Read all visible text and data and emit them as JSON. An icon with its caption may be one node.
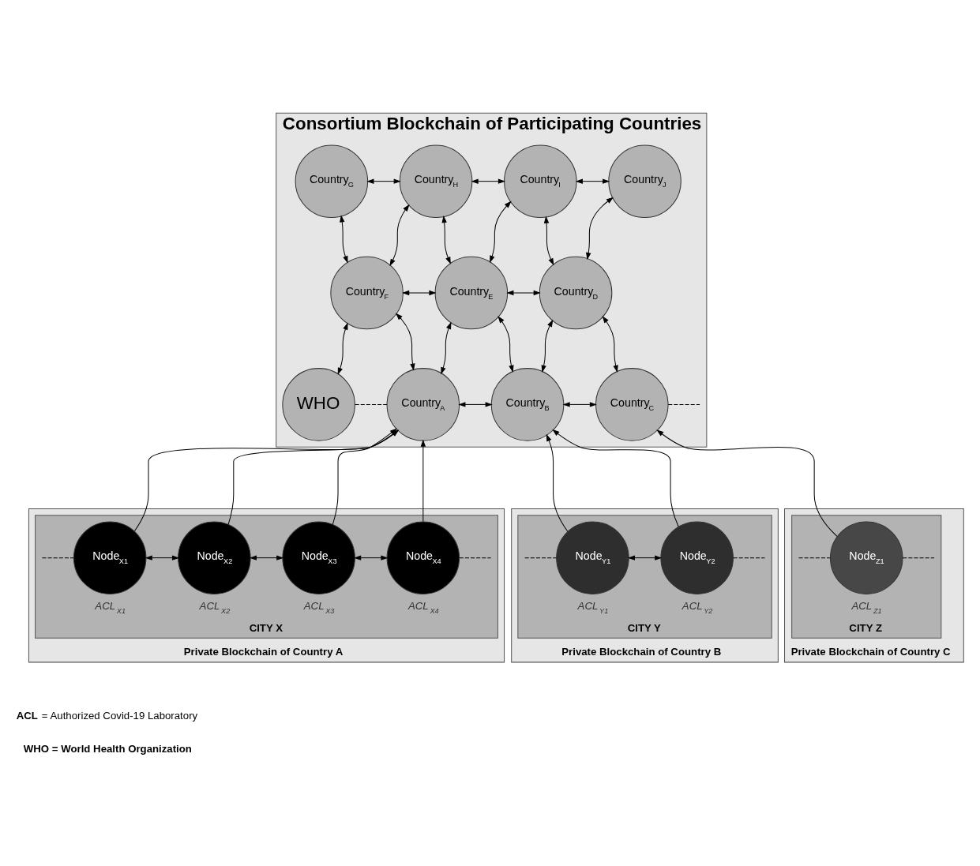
{
  "diagram": {
    "nodes": [
      {
        "text": [
          "Consortium Blockchain of Participating Countries"
        ]
      },
      {
        "text": [
          "Country$_{G}$"
        ],
        "in": 0
      },
      {
        "text": [
          "Country$_{H}$"
        ],
        "in": 0
      },
      {
        "text": [
          "Country$_{I}$"
        ],
        "in": 0
      },
      {
        "text": [
          "Country$_{J}$"
        ],
        "in": 0
      },
      {
        "text": [
          "Country$_{F}$"
        ],
        "in": 0
      },
      {
        "text": [
          "Country$_{E}$"
        ],
        "in": 0
      },
      {
        "text": [
          "Country$_{D}$"
        ],
        "in": 0
      },
      {
        "text": [
          "WHO"
        ],
        "in": 0
      },
      {
        "text": [
          "Country$_{A}$"
        ],
        "in": 0
      },
      {
        "text": [
          "Country$_{B}$"
        ],
        "in": 0
      },
      {
        "text": [
          "Country$_{C}$"
        ],
        "in": 0
      },
      {
        "text": [
          "Private Blockchain of Country A"
        ]
      },
      {
        "text": [
          "CITY X"
        ],
        "in": 12
      },
      {
        "text": [
          "Node$_{X1}$"
        ],
        "in": 13,
        "beside": [
          "ACL$_{X1}$"
        ]
      },
      {
        "text": [
          "Node$_{X2}$"
        ],
        "in": 13,
        "beside": [
          "ACL$_{X2}$"
        ]
      },
      {
        "text": [
          "Node$_{X3}$"
        ],
        "in": 13,
        "beside": [
          "ACL$_{X3}$"
        ]
      },
      {
        "text": [
          "Node$_{X4}$"
        ],
        "in": 13,
        "beside": [
          "ACL$_{X4}$"
        ]
      },
      {
        "text": [
          "Private Blockchain of Country B"
        ]
      },
      {
        "text": [
          "CITY Y"
        ],
        "in": 18
      },
      {
        "text": [
          "Node$_{Y1}$"
        ],
        "in": 19,
        "beside": [
          "ACL$_{Y1}$"
        ]
      },
      {
        "text": [
          "Node$_{Y2}$"
        ],
        "in": 19,
        "beside": [
          "ACL$_{Y2}$"
        ]
      },
      {
        "text": [
          "Private Blockchain of Country C"
        ]
      },
      {
        "text": [
          "CITY Z"
        ],
        "in": 22
      },
      {
        "text": [
          "Node$_{Z1}$"
        ],
        "in": 23,
        "beside": [
          "ACL$_{Z1}$"
        ]
      }
    ],
    "edges": [
      {
        "from": 1,
        "to": 2,
        "arrow": "both"
      },
      {
        "from": 2,
        "to": 3,
        "arrow": "both"
      },
      {
        "from": 3,
        "to": 4,
        "arrow": "both"
      },
      {
        "from": 5,
        "to": 1,
        "arrow": "both"
      },
      {
        "from": 5,
        "to": 2,
        "arrow": "both"
      },
      {
        "from": 6,
        "to": 2,
        "arrow": "both"
      },
      {
        "from": 6,
        "to": 3,
        "arrow": "both"
      },
      {
        "from": 7,
        "to": 3,
        "arrow": "both"
      },
      {
        "from": 7,
        "to": 4,
        "arrow": "both"
      },
      {
        "from": 5,
        "to": 6,
        "arrow": "both"
      },
      {
        "from": 6,
        "to": 7,
        "arrow": "both"
      },
      {
        "from": 8,
        "to": 5,
        "arrow": "both"
      },
      {
        "from": 9,
        "to": 5,
        "arrow": "both"
      },
      {
        "from": 9,
        "to": 6,
        "arrow": "both"
      },
      {
        "from": 10,
        "to": 6,
        "arrow": "both"
      },
      {
        "from": 10,
        "to": 7,
        "arrow": "both"
      },
      {
        "from": 11,
        "to": 7,
        "arrow": "both"
      },
      {
        "from": 8,
        "to": 9,
        "arrow": "none",
        "style": "dashed"
      },
      {
        "from": 9,
        "to": 10,
        "arrow": "both"
      },
      {
        "from": 10,
        "to": 11,
        "arrow": "both"
      },
      {
        "from": 11,
        "to": null,
        "arrow": "none",
        "style": "dashed"
      },
      {
        "from": 14,
        "to": 9,
        "arrow": "to"
      },
      {
        "from": 15,
        "to": 9,
        "arrow": "to"
      },
      {
        "from": 16,
        "to": 9,
        "arrow": "to"
      },
      {
        "from": 17,
        "to": 9,
        "arrow": "to"
      },
      {
        "from": 20,
        "to": 10,
        "arrow": "to"
      },
      {
        "from": 21,
        "to": 10,
        "arrow": "to"
      },
      {
        "from": 24,
        "to": 11,
        "arrow": "to"
      },
      {
        "from": 14,
        "to": 15,
        "arrow": "both"
      },
      {
        "from": 15,
        "to": 16,
        "arrow": "both"
      },
      {
        "from": 16,
        "to": 17,
        "arrow": "both"
      },
      {
        "from": 20,
        "to": 21,
        "arrow": "both"
      },
      {
        "from": null,
        "to": 14,
        "arrow": "none",
        "style": "dashed"
      },
      {
        "from": 17,
        "to": null,
        "arrow": "none",
        "style": "dashed"
      },
      {
        "from": null,
        "to": 20,
        "arrow": "none",
        "style": "dashed"
      },
      {
        "from": 21,
        "to": null,
        "arrow": "none",
        "style": "dashed"
      },
      {
        "from": null,
        "to": 24,
        "arrow": "none",
        "style": "dashed"
      },
      {
        "from": 24,
        "to": null,
        "arrow": "none",
        "style": "dashed"
      }
    ],
    "labels": [
      "**ACL** = Authorized Covid-19 Laboratory",
      "WHO = World Health Organization"
    ]
  }
}
